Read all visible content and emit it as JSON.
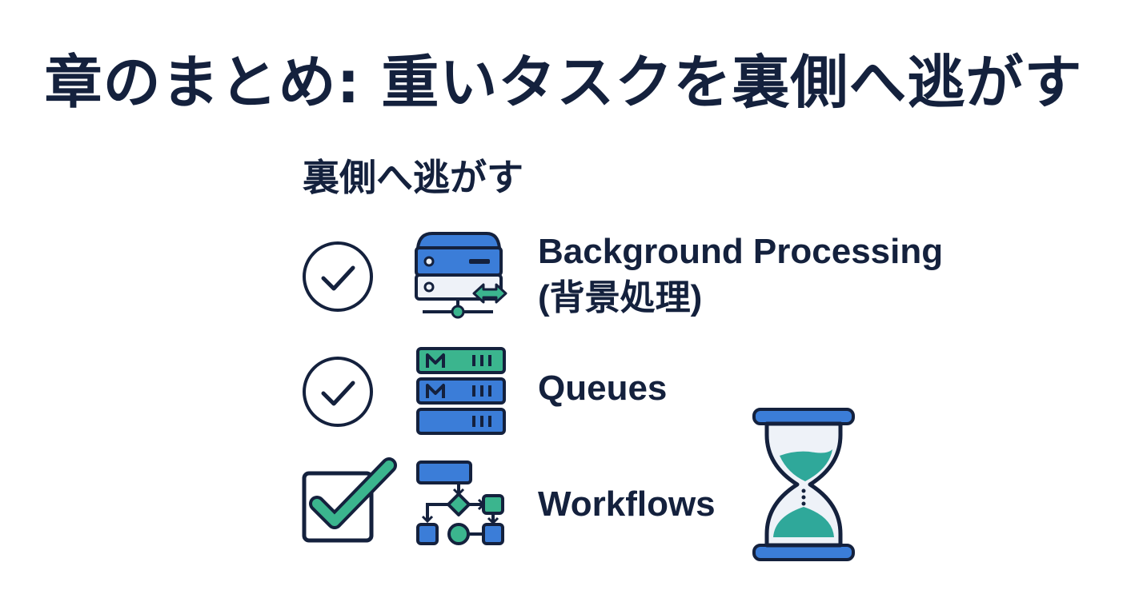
{
  "slide": {
    "title": "章のまとめ: 重いタスクを裏側へ逃がす",
    "subtitle": "裏側へ逃がす"
  },
  "items": [
    {
      "label_line1": "Background Processing",
      "label_line2": "(背景処理)",
      "icon": "server-transfer-icon",
      "check_style": "circle-check-icon"
    },
    {
      "label_line1": "Queues",
      "icon": "queue-stack-icon",
      "check_style": "circle-check-icon"
    },
    {
      "label_line1": "Workflows",
      "icon": "workflow-diagram-icon",
      "check_style": "checkbox-checked-icon"
    }
  ],
  "colors": {
    "navy": "#14213d",
    "blue": "#3b7dd8",
    "teal": "#3bb58e",
    "teal_light": "#2fa89a",
    "light_fill": "#eef2f8"
  }
}
